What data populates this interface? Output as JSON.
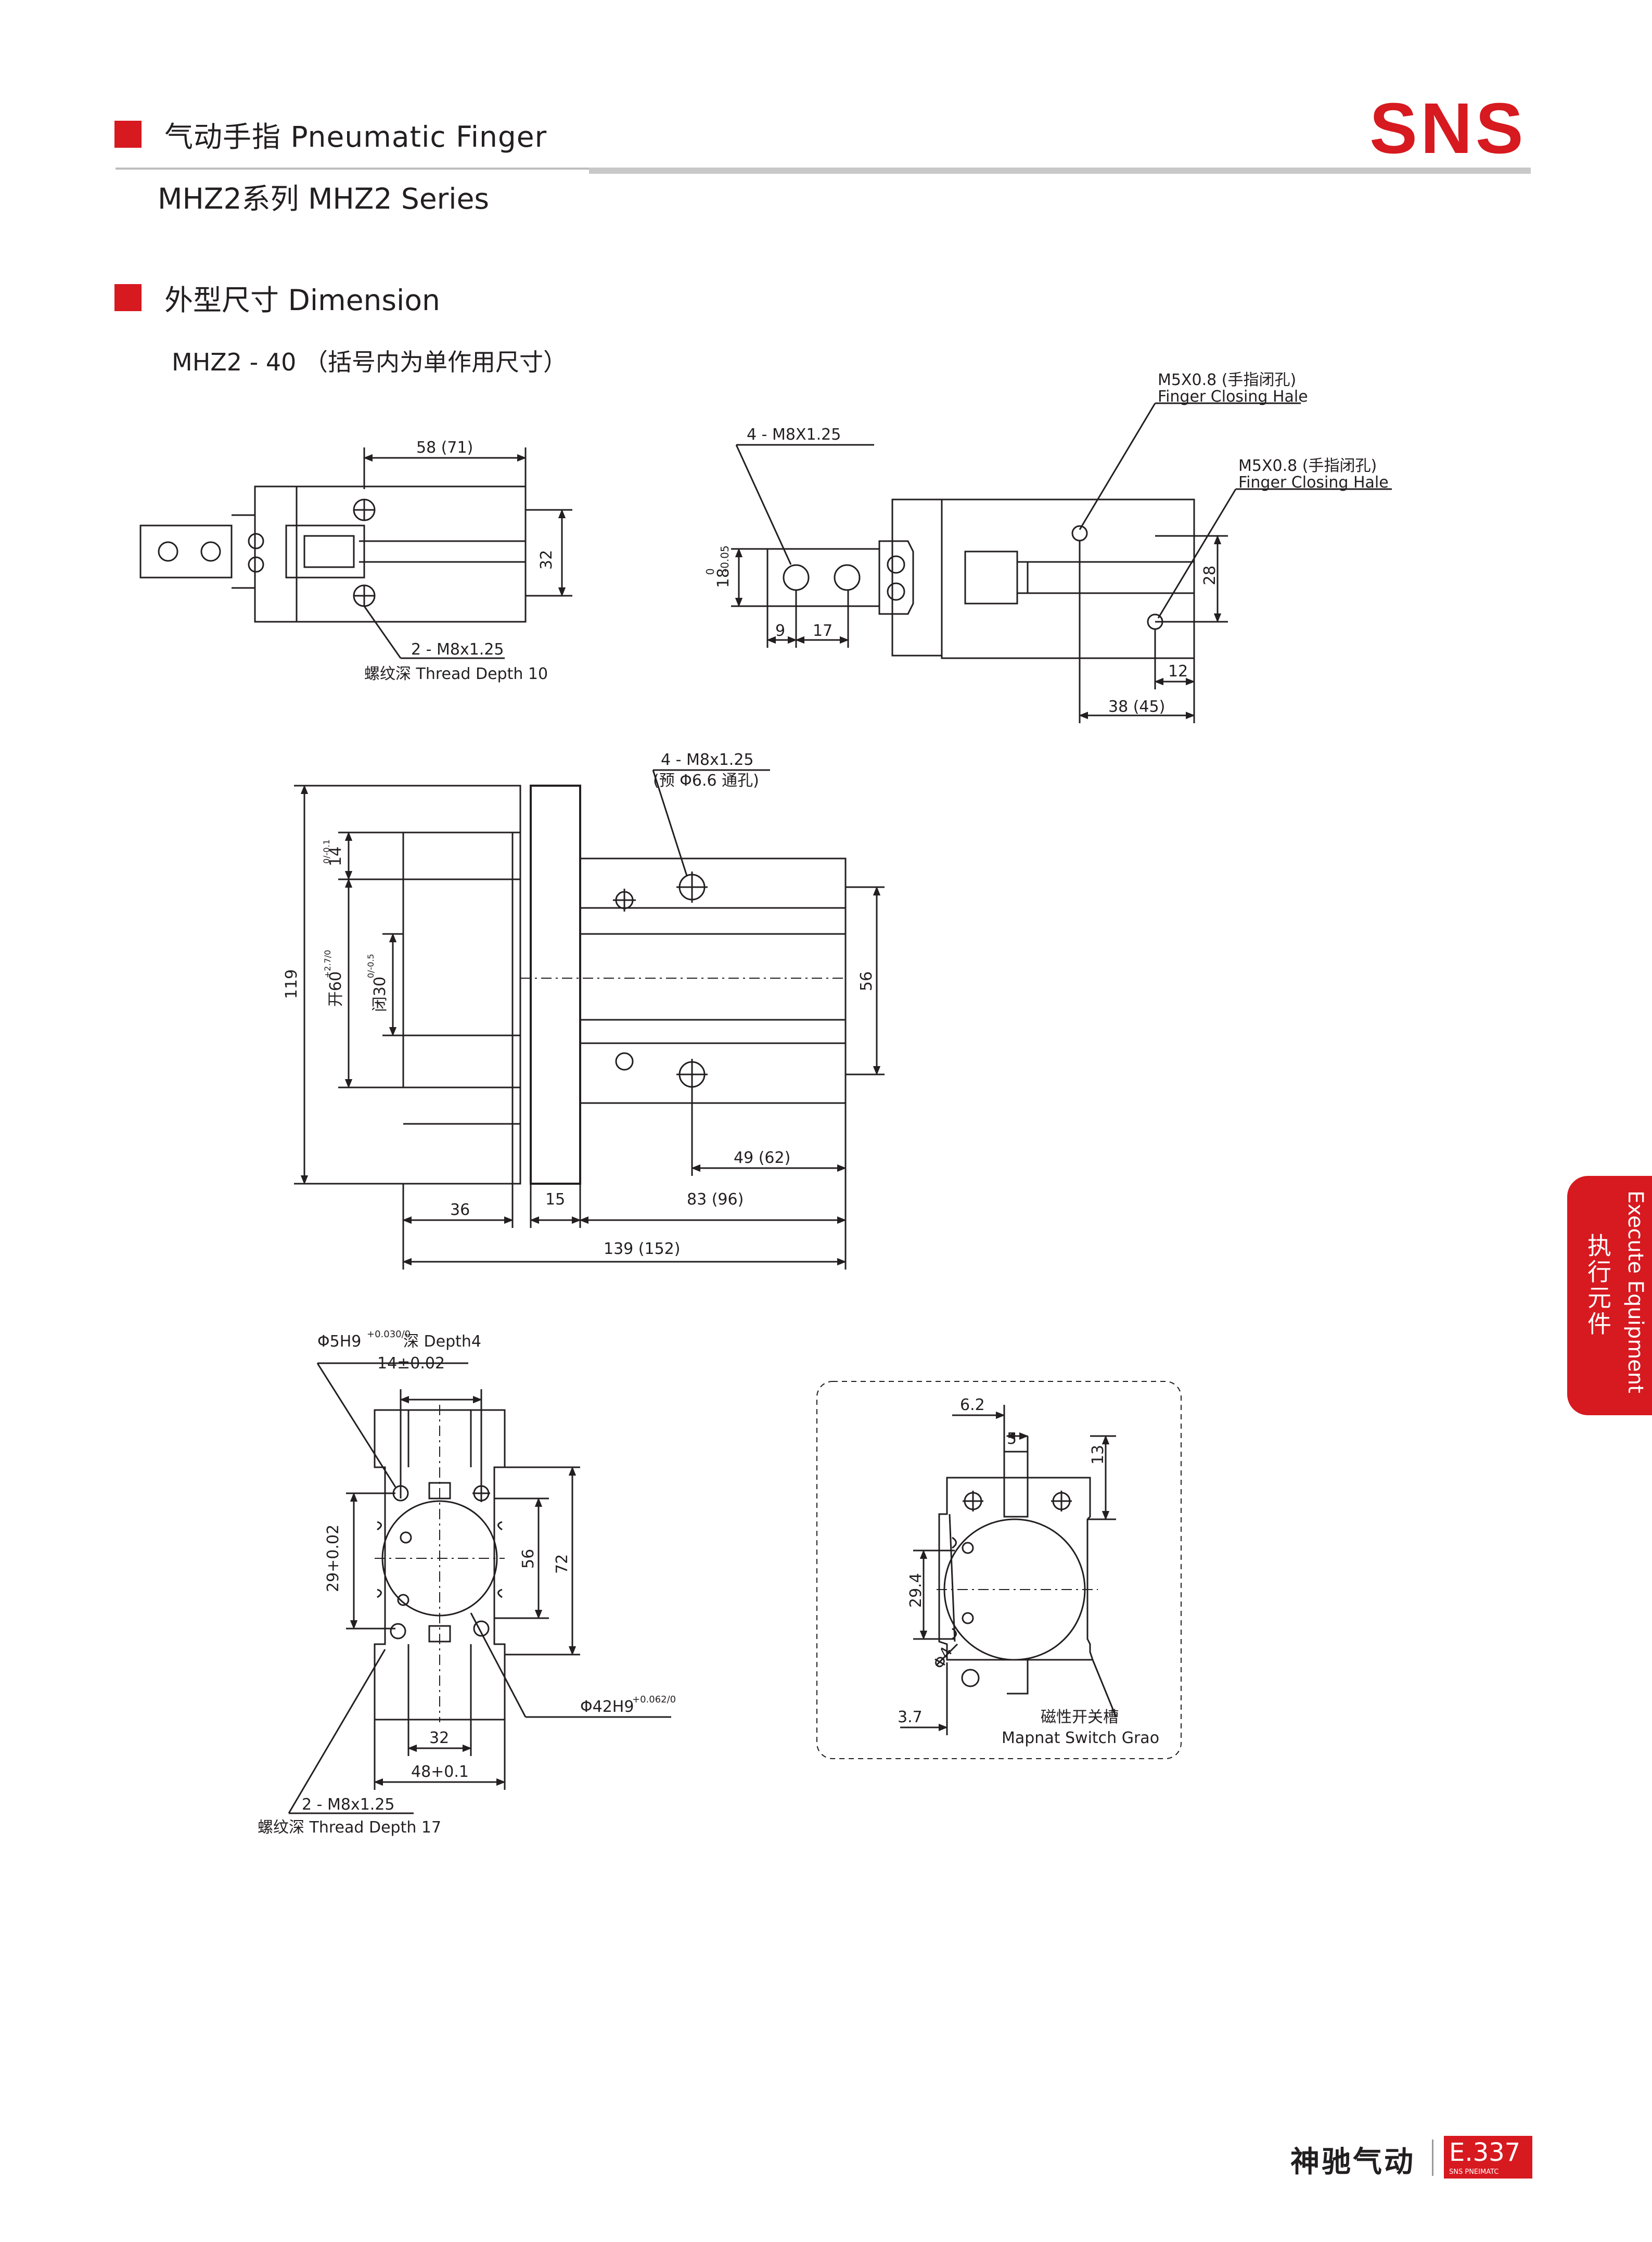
{
  "header": {
    "title": "气动手指 Pneumatic Finger",
    "subtitle": "MHZ2系列 MHZ2 Series",
    "brand": "SNS",
    "accent_color": "#d71920"
  },
  "section": {
    "title": "外型尺寸 Dimension",
    "model": "MHZ2 - 40 （括号内为单作用尺寸）"
  },
  "view_top_left": {
    "dim_length": "58 (71)",
    "dim_height": "32",
    "thread_label": "2 - M8x1.25",
    "thread_depth": "螺纹深 Thread Depth 10"
  },
  "view_top_right": {
    "thread_label": "4 - M8X1.25",
    "port1_label": "M5X0.8 (手指闭孔)",
    "port1_en": "Finger Closing Hale",
    "port2_label": "M5X0.8 (手指闭孔)",
    "port2_en": "Finger Closing Hale",
    "dim_18": "18",
    "dim_18_tol_top": "0",
    "dim_18_tol_bot": "-0.05",
    "dim_9": "9",
    "dim_17": "17",
    "dim_28": "28",
    "dim_12": "12",
    "dim_38": "38 (45)"
  },
  "view_middle": {
    "thread_label": "4 - M8x1.25",
    "thread_sub": "(预 Φ6.6 通孔)",
    "dim_119": "119",
    "dim_14": "14",
    "dim_14_tol": "0/-0.1",
    "dim_open": "开60",
    "dim_open_tol": "+2.7/0",
    "dim_close": "闭30",
    "dim_close_tol": "0/-0.5",
    "dim_56": "56",
    "dim_49": "49 (62)",
    "dim_36": "36",
    "dim_15": "15",
    "dim_83": "83 (96)",
    "dim_139": "139 (152)"
  },
  "view_bottom_left": {
    "pin_label": "Φ5H9",
    "pin_tol": "+0.030/0",
    "pin_depth": "深 Depth4",
    "pin_spacing": "14±0.02",
    "dim_29": "29+0.02",
    "dim_56": "56",
    "dim_72": "72",
    "bore_label": "Φ42H9",
    "bore_tol": "+0.062/0",
    "dim_32": "32",
    "dim_48": "48+0.1",
    "thread_label": "2 - M8x1.25",
    "thread_depth": "螺纹深 Thread Depth 17"
  },
  "view_bottom_right": {
    "dim_6_2": "6.2",
    "dim_5": "5",
    "dim_13": "13",
    "dim_29_4": "29.4",
    "dim_phi4": "Φ4",
    "dim_3_7": "3.7",
    "slot_label": "磁性开关槽",
    "slot_en": "Mapnat Switch Grao"
  },
  "side_tab": {
    "en": "Execute Equipment",
    "cn": "执行元件"
  },
  "footer": {
    "brand": "神驰气动",
    "page": "E.337",
    "page_sub": "SNS PNEIMATC"
  }
}
